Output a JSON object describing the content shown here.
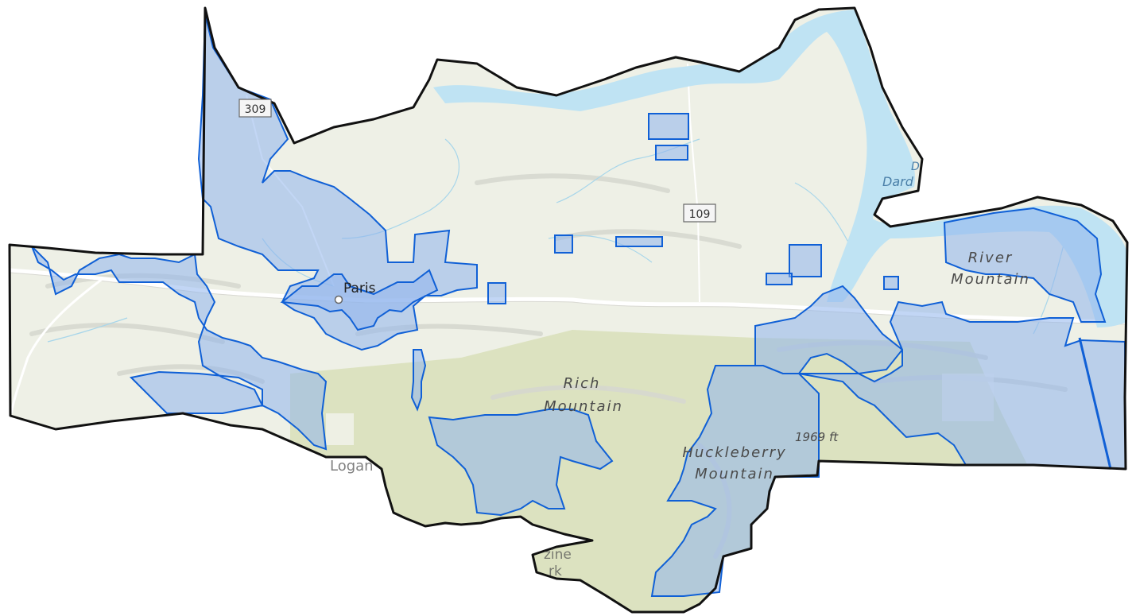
{
  "map": {
    "colors": {
      "land": "#eef0e6",
      "forest": "#d8dfb8",
      "water": "#bfe3f3",
      "boundary": "#111111",
      "zone_fill": "#8fb5ec",
      "zone_stroke": "#1060d6",
      "road": "#ffffff",
      "stream": "#a8d6ea"
    },
    "labels": {
      "city": "Paris",
      "lake": "Dard",
      "lake_top": "D",
      "county_partial": "Logan",
      "park_partial_1": "zine",
      "park_partial_2": "rk",
      "mountains": [
        {
          "line1": "Rich",
          "line2": "Mountain"
        },
        {
          "line1": "Huckleberry",
          "line2": "Mountain"
        },
        {
          "line1": "River",
          "line2": "Mountain"
        }
      ],
      "elevation": "1969 ft"
    },
    "route_shields": [
      "309",
      "109"
    ],
    "icons": {
      "city_marker": "city-dot-icon"
    }
  }
}
